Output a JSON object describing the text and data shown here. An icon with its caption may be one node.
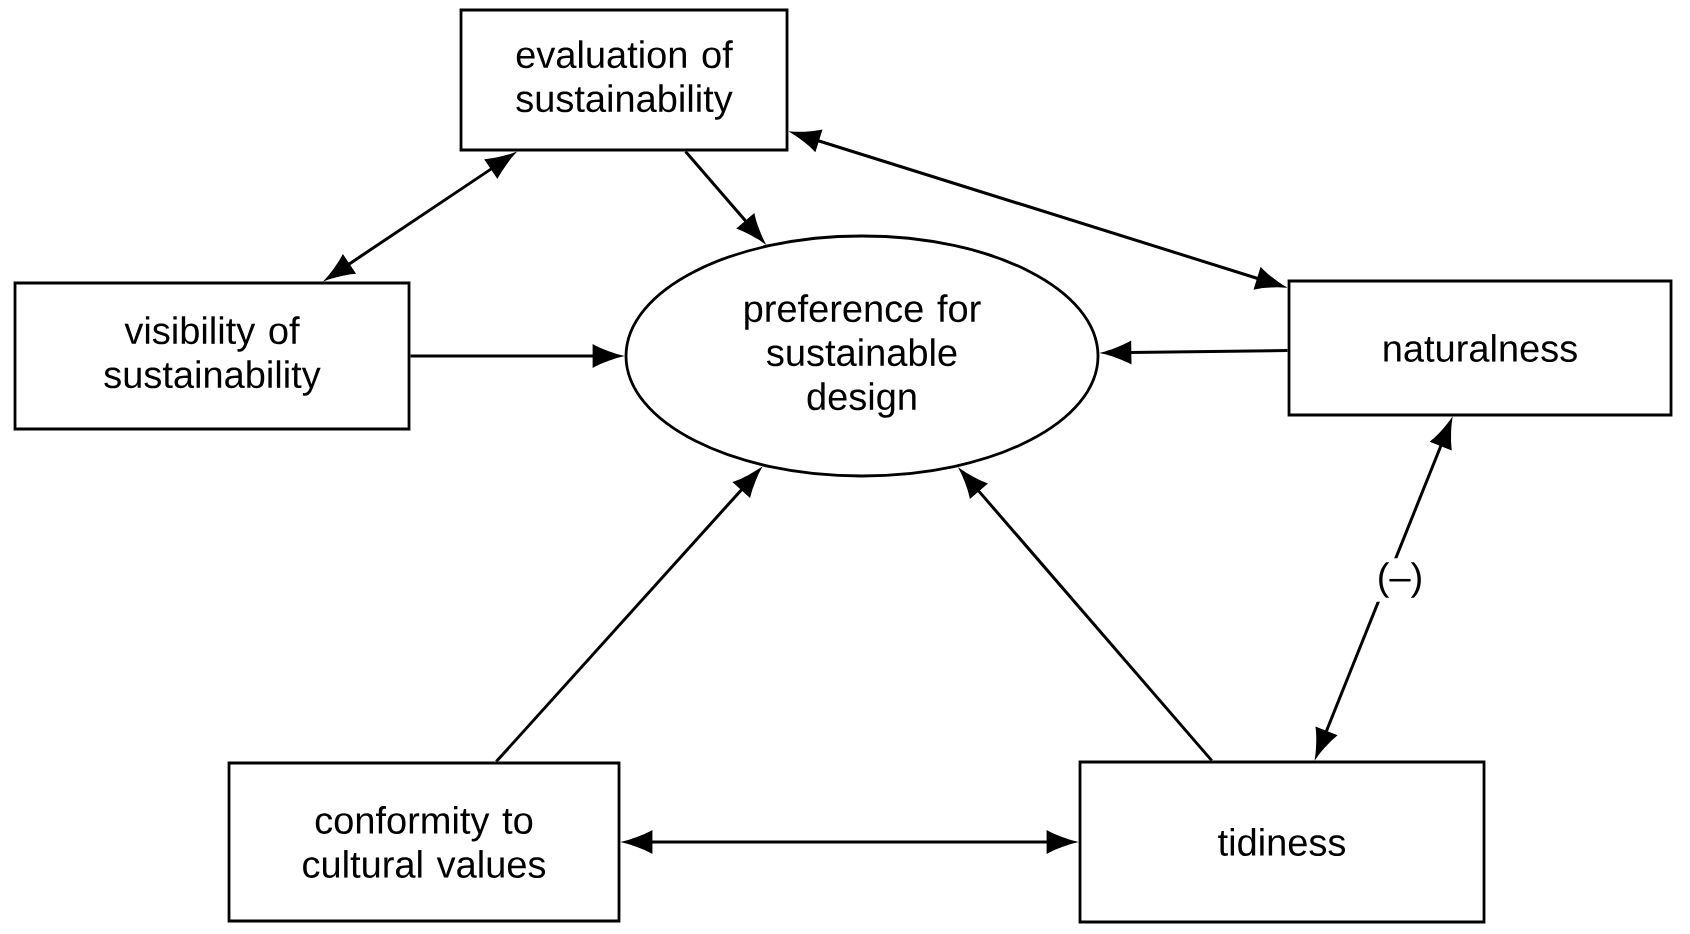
{
  "diagram": {
    "nodes": [
      {
        "text": [
          "evaluation of sustainability"
        ]
      },
      {
        "text": [
          "visibility of sustainability"
        ]
      },
      {
        "text": [
          "preference for sustainable design"
        ]
      },
      {
        "text": [
          "naturalness"
        ]
      },
      {
        "text": [
          "conformity to cultural values"
        ]
      },
      {
        "text": [
          "tidiness"
        ]
      }
    ],
    "edges": [
      {
        "from": 0,
        "to": 1,
        "arrow": "both"
      },
      {
        "from": 0,
        "to": 2,
        "arrow": "to"
      },
      {
        "from": 0,
        "to": 3,
        "arrow": "both"
      },
      {
        "from": 1,
        "to": 2,
        "arrow": "to"
      },
      {
        "from": 3,
        "to": 2,
        "arrow": "to"
      },
      {
        "from": 3,
        "to": 5,
        "arrow": "both",
        "label": "(–)"
      },
      {
        "from": 4,
        "to": 2,
        "arrow": "to"
      },
      {
        "from": 5,
        "to": 2,
        "arrow": "to"
      },
      {
        "from": 4,
        "to": 5,
        "arrow": "both"
      }
    ]
  }
}
